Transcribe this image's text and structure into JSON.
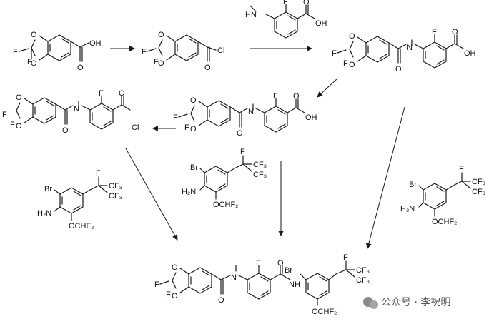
{
  "labels": {
    "F": "F",
    "O": "O",
    "N": "N",
    "OH": "OH",
    "Cl": "Cl",
    "HN": "HN",
    "Br": "Br",
    "H2N": "H₂N",
    "CF3": "CF₃",
    "OCHF2": "OCHF₂",
    "NH": "NH"
  },
  "watermark": {
    "text": "公众号 · 李祝明"
  }
}
